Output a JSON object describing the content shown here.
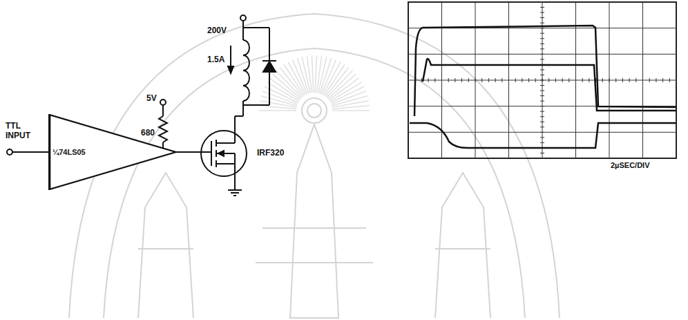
{
  "diagram": {
    "nodes": [
      {
        "text": [
          "¼74LS05"
        ]
      }
    ],
    "labels": [
      "TTL INPUT",
      "5V",
      "680",
      "200V",
      "1.5A",
      "IRF320",
      "2µSEC/DIV"
    ]
  }
}
